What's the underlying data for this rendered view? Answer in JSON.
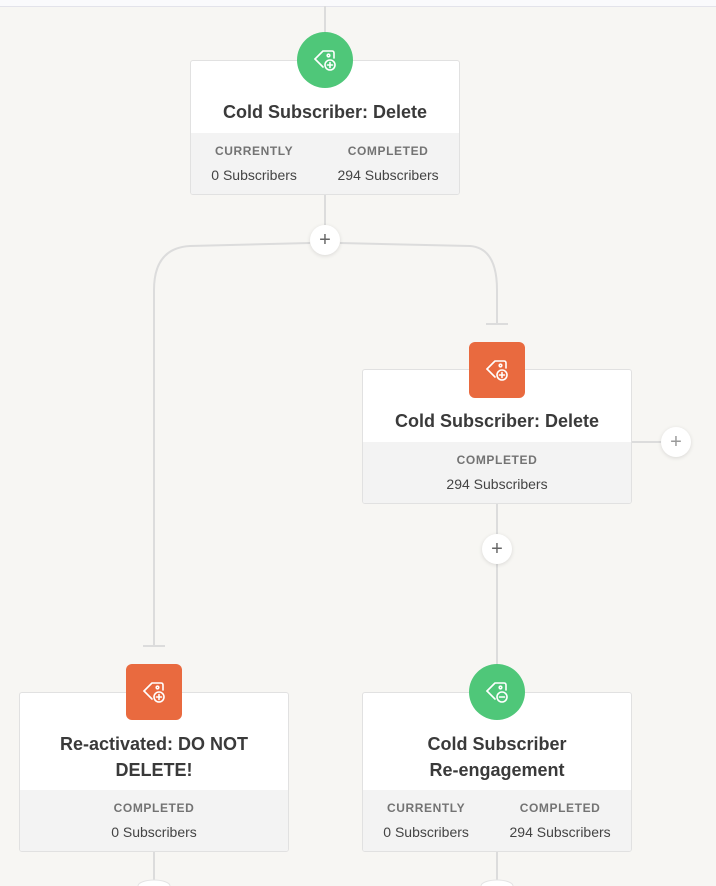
{
  "nodes": [
    {
      "title": "Cold Subscriber: Delete",
      "icon": "tag-add-icon",
      "badge_color": "#4fc779",
      "stats": [
        {
          "label": "CURRENTLY",
          "value": "0 Subscribers"
        },
        {
          "label": "COMPLETED",
          "value": "294 Subscribers"
        }
      ]
    },
    {
      "title": "Cold Subscriber: Delete",
      "icon": "tag-add-icon",
      "badge_color": "#e96a3f",
      "stats": [
        {
          "label": "COMPLETED",
          "value": "294 Subscribers"
        }
      ]
    },
    {
      "title": "Re-activated: DO NOT DELETE!",
      "icon": "tag-add-icon",
      "badge_color": "#e96a3f",
      "stats": [
        {
          "label": "COMPLETED",
          "value": "0 Subscribers"
        }
      ]
    },
    {
      "title": "Cold Subscriber Re-engagement",
      "icon": "tag-remove-icon",
      "badge_color": "#4fc779",
      "stats": [
        {
          "label": "CURRENTLY",
          "value": "0 Subscribers"
        },
        {
          "label": "COMPLETED",
          "value": "294 Subscribers"
        }
      ]
    }
  ],
  "add_buttons": {
    "label": "+"
  },
  "colors": {
    "connector": "#dcdcdc",
    "green": "#4fc779",
    "orange": "#e96a3f"
  }
}
